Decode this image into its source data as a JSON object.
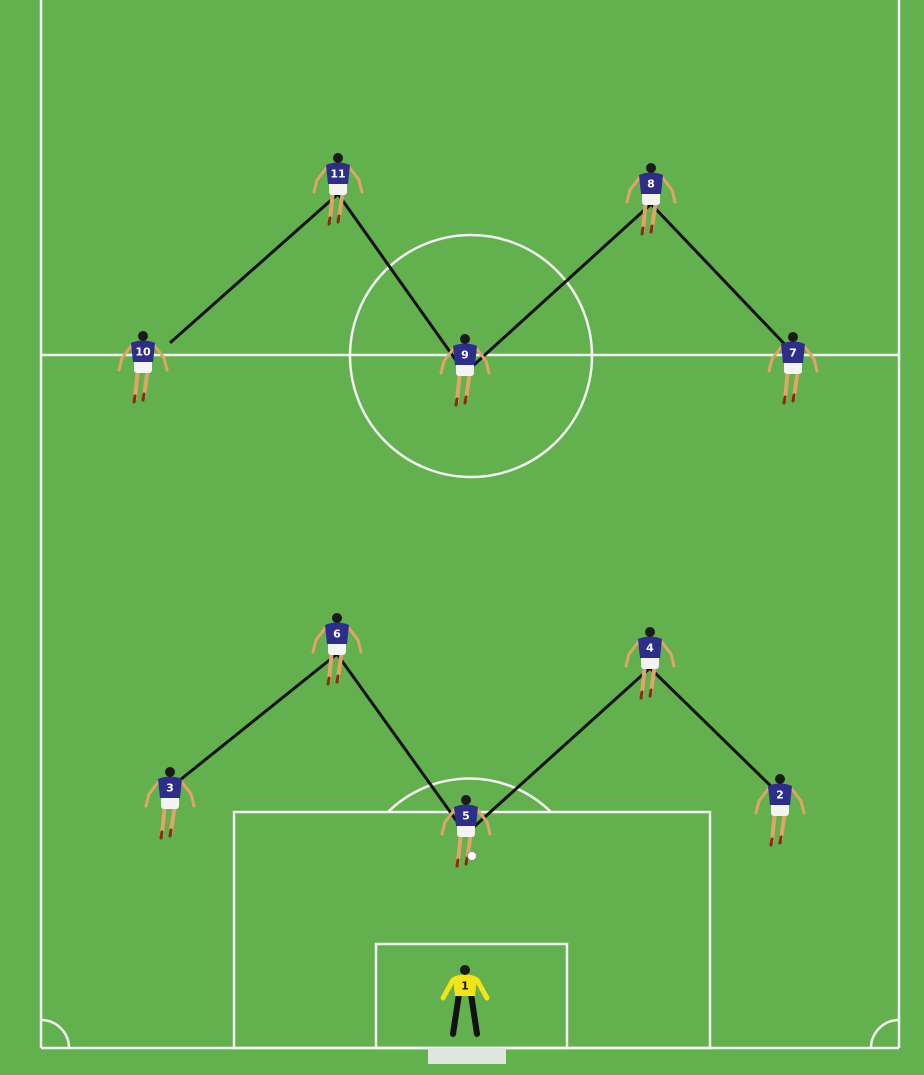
{
  "colors": {
    "grass": "#63b04e",
    "lines": "#f2f2f2",
    "pass_line": "#111111",
    "outfield_shirt": "#2d2d8a",
    "goalkeeper_shirt": "#f2e415",
    "shorts": "#f4f4f4",
    "skin": "#e0a466"
  },
  "players": [
    {
      "number": "1",
      "role": "goalkeeper"
    },
    {
      "number": "2",
      "role": "outfield"
    },
    {
      "number": "3",
      "role": "outfield"
    },
    {
      "number": "4",
      "role": "outfield"
    },
    {
      "number": "5",
      "role": "outfield"
    },
    {
      "number": "6",
      "role": "outfield"
    },
    {
      "number": "7",
      "role": "outfield"
    },
    {
      "number": "8",
      "role": "outfield"
    },
    {
      "number": "9",
      "role": "outfield"
    },
    {
      "number": "10",
      "role": "outfield"
    },
    {
      "number": "11",
      "role": "outfield"
    }
  ],
  "passing_chains": [
    [
      "3",
      "6",
      "5",
      "4",
      "2"
    ],
    [
      "10",
      "11",
      "9",
      "8",
      "7"
    ]
  ]
}
